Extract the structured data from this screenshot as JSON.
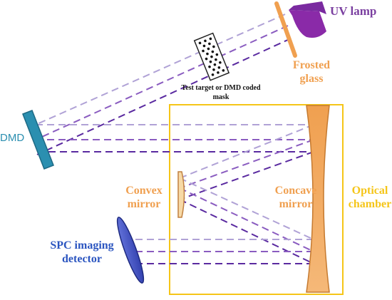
{
  "labels": {
    "uv_lamp": "UV lamp",
    "frosted_glass": "Frosted glass",
    "test_target": "Test target or DMD coded mask",
    "dmd": "DMD",
    "convex_mirror": "Convex mirror",
    "concave_mirror": "Concave mirror",
    "optical_chamber": "Optical chamber",
    "spc_detector": "SPC imaging detector"
  },
  "colors": {
    "beam_light": "#a99bd0",
    "beam_mid": "#8a5cc0",
    "beam_dark": "#5a2aa0",
    "chamber": "#f5c518",
    "mirror_orange": "#f0a050",
    "dmd": "#2b8fb0",
    "detector": "#4a5ad0",
    "lamp": "#7a2aa0"
  }
}
